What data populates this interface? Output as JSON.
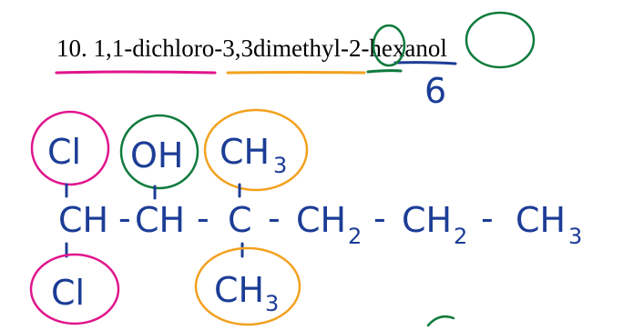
{
  "problem": {
    "title": "10. 1,1-dichloro-3,3dimethyl-2-hexanol",
    "annotation_number": "6"
  },
  "structure": {
    "top_groups": {
      "cl": "Cl",
      "oh": "OH",
      "ch3": "CH",
      "ch3_sub": "3"
    },
    "main_chain": {
      "c1": "CH",
      "dash1": "-",
      "c2": "CH",
      "dash2": "-",
      "c3": "C",
      "dash3": "-",
      "c4": "CH",
      "c4_sub": "2",
      "dash4": "-",
      "c5": "CH",
      "c5_sub": "2",
      "dash5": "-",
      "c6": "CH",
      "c6_sub": "3"
    },
    "bottom_groups": {
      "cl": "Cl",
      "ch3": "CH",
      "ch3_sub": "3"
    }
  },
  "colors": {
    "ink": "#1c3d96",
    "magenta": "#e0158c",
    "green": "#0f7a3c",
    "orange": "#f3a11e"
  }
}
